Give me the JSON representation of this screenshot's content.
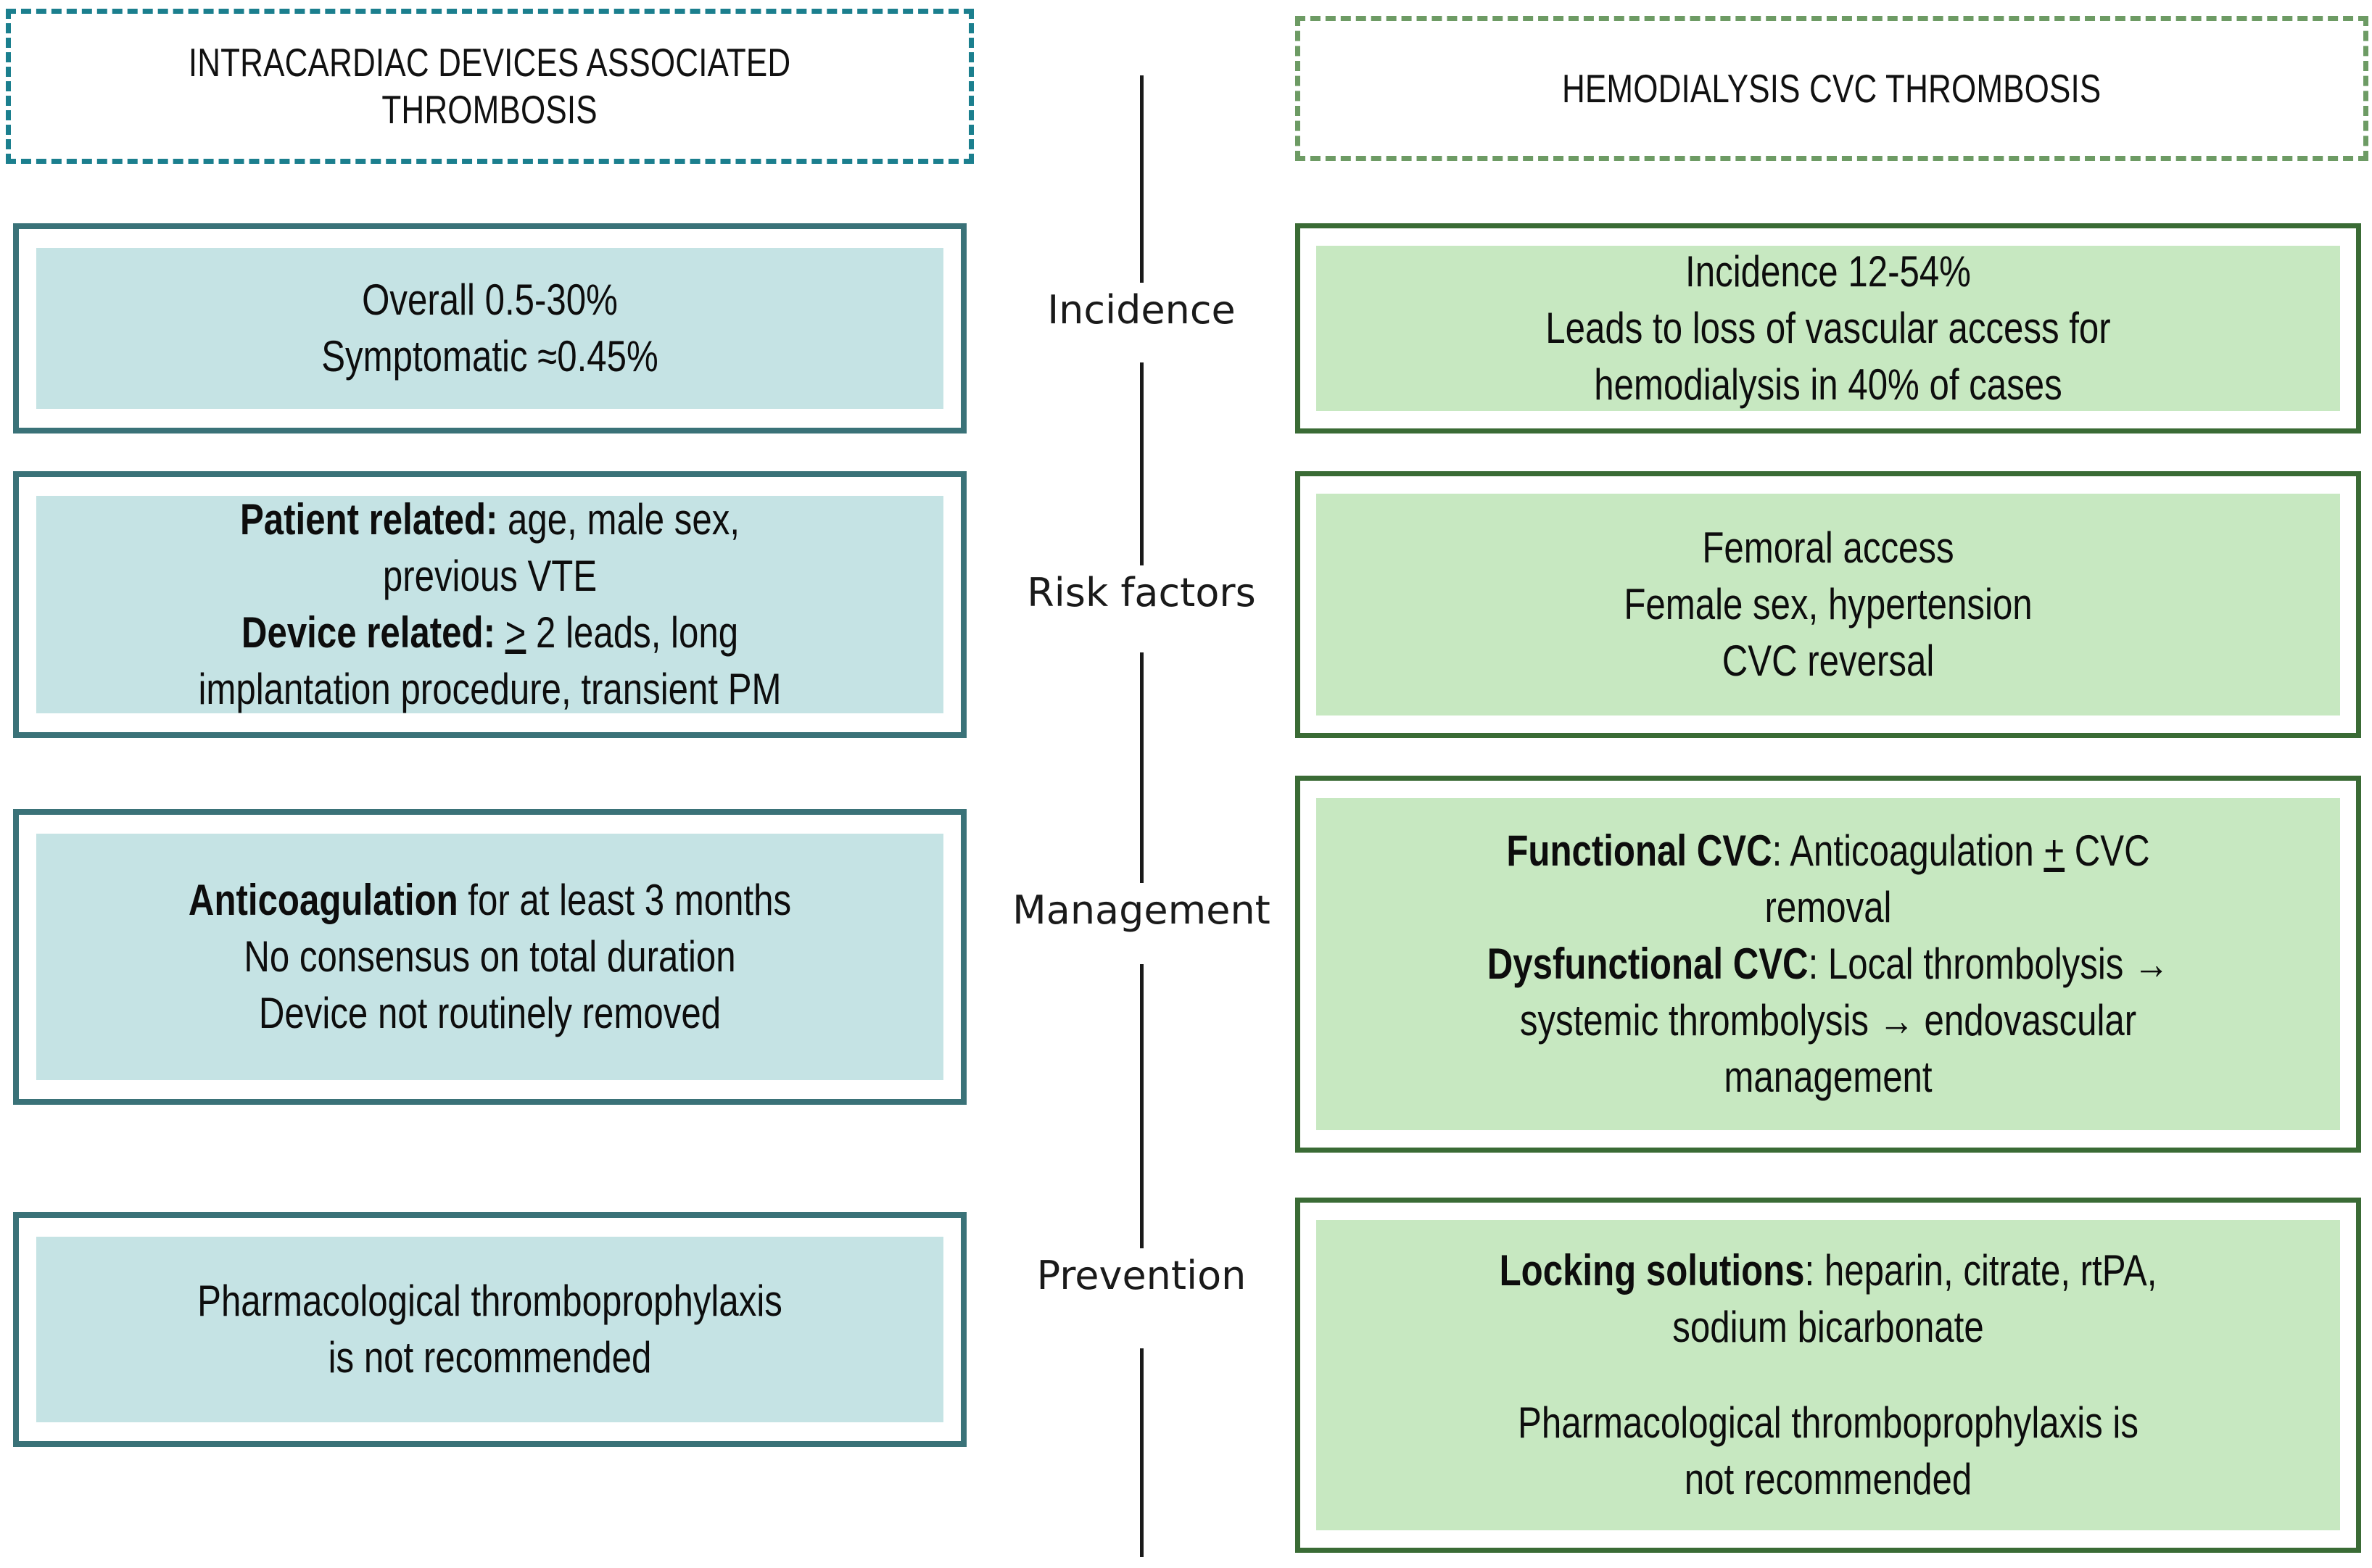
{
  "headers": {
    "left": "INTRACARDIAC DEVICES ASSOCIATED\nTHROMBOSIS",
    "right": "HEMODIALYSIS CVC THROMBOSIS"
  },
  "center_labels": [
    "Incidence",
    "Risk factors",
    "Management",
    "Prevention"
  ],
  "left_column": {
    "incidence": {
      "lines": [
        "Overall 0.5-30%",
        "Symptomatic ≈0.45%"
      ]
    },
    "risk_factors": {
      "lines": [
        "Patient related: age, male sex,",
        "previous VTE",
        "Device related: ≥ 2 leads, long",
        "implantation procedure, transient PM"
      ],
      "bold_leads": [
        "Patient related:",
        "Device related:"
      ]
    },
    "management": {
      "lines": [
        "Anticoagulation for at least 3 months",
        "No consensus on total duration",
        "Device not routinely removed"
      ],
      "bold_leads": [
        "Anticoagulation"
      ]
    },
    "prevention": {
      "lines": [
        "Pharmacological thromboprophylaxis",
        "is not recommended"
      ]
    }
  },
  "right_column": {
    "incidence": {
      "lines": [
        "Incidence 12-54%",
        "Leads to loss of vascular access for",
        "hemodialysis in 40% of cases"
      ]
    },
    "risk_factors": {
      "lines": [
        "Femoral access",
        "Female sex, hypertension",
        "CVC reversal"
      ]
    },
    "management": {
      "lines": [
        "Functional CVC: Anticoagulation ± CVC",
        "removal",
        "Dysfunctional CVC: Local thrombolysis →",
        "systemic thrombolysis → endovascular",
        "management"
      ],
      "bold_leads": [
        "Functional CVC",
        "Dysfunctional CVC"
      ]
    },
    "prevention": {
      "lines": [
        "Locking solutions: heparin, citrate, rtPA,",
        "sodium bicarbonate",
        "",
        "Pharmacological thromboprophylaxis is",
        "not recommended"
      ],
      "bold_leads": [
        "Locking solutions"
      ]
    }
  },
  "colors": {
    "teal_border": "#3a7278",
    "teal_fill": "#c5e3e4",
    "teal_dash": "#1b7f8e",
    "green_border": "#3a6b35",
    "green_fill": "#c7e8c1",
    "green_dash": "#6d9b64",
    "spine": "#1a1a1a",
    "text": "#0d0d0d",
    "background": "#ffffff"
  }
}
